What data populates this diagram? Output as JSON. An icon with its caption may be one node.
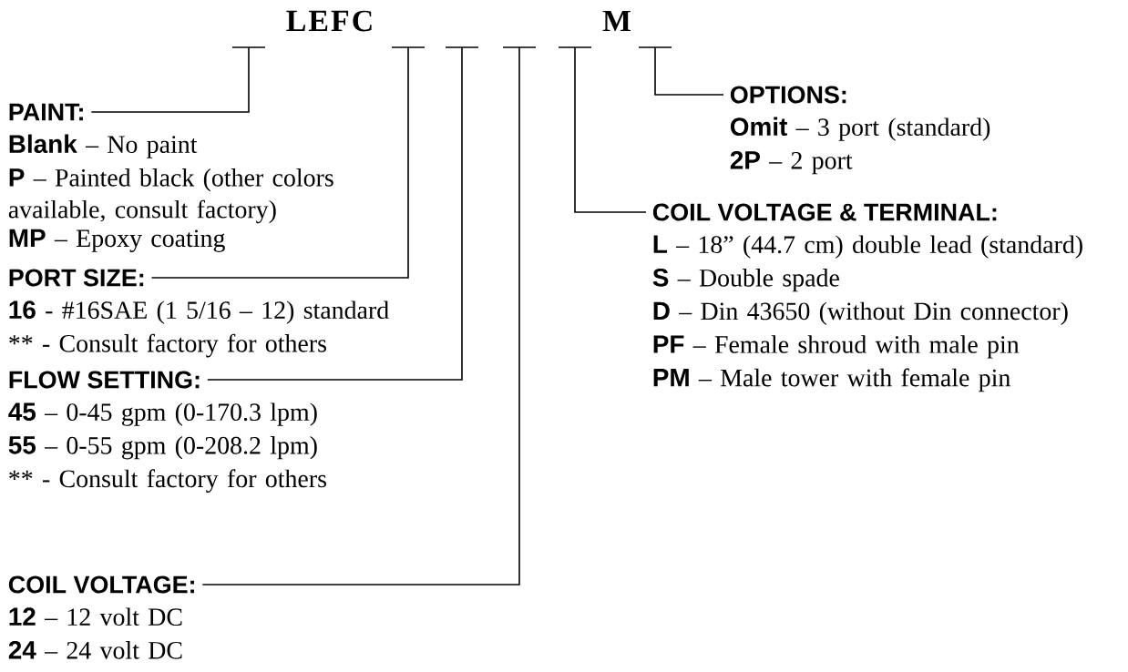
{
  "diagram": {
    "nodes": [
      {
        "text": [],
        "shape": "bar"
      },
      {
        "text": [],
        "shape": "bar"
      },
      {
        "text": [],
        "shape": "bar"
      },
      {
        "text": [],
        "shape": "bar"
      },
      {
        "text": [],
        "shape": "bar"
      },
      {
        "text": [],
        "shape": "bar"
      },
      {
        "text": [
          "OPTIONS:"
        ],
        "beside": [
          "**Omit** – 3 port (standard)",
          "**2P** – 2 port"
        ]
      },
      {
        "text": [
          "PAINT:"
        ],
        "beside": [
          "**Blank** – No paint",
          "**P** – Painted black (other colors available, consult factory)",
          "**MP** – Epoxy coating"
        ]
      },
      {
        "text": [
          "PORT SIZE:"
        ],
        "beside": [
          "**16** - #16SAE (1 5/16 – 12) standard",
          "** - Consult factory for others"
        ]
      },
      {
        "text": [
          "COIL VOLTAGE & TERMINAL:"
        ],
        "beside": [
          "**L** – 18” (44.7 cm) double lead (standard)",
          "**S** – Double spade",
          "**D** – Din 43650 (without Din connector)",
          "**PF** – Female shroud with male pin",
          "**PM** – Male tower with female pin"
        ]
      },
      {
        "text": [
          "FLOW SETTING:"
        ],
        "beside": [
          "**45** – 0-45 gpm (0-170.3 lpm)",
          "**55** – 0-55 gpm (0-208.2 lpm)",
          "** - Consult factory for others"
        ]
      },
      {
        "text": [
          "COIL VOLTAGE:"
        ],
        "beside": [
          "**12** – 12 volt DC",
          "**24** – 24 volt DC"
        ]
      }
    ],
    "edges": [
      {
        "from": 7,
        "to": 0,
        "arrow": "none"
      },
      {
        "from": 8,
        "to": 1,
        "arrow": "none"
      },
      {
        "from": 10,
        "to": 2,
        "arrow": "none"
      },
      {
        "from": 11,
        "to": 3,
        "arrow": "none"
      },
      {
        "from": 9,
        "to": 4,
        "arrow": "none"
      },
      {
        "from": 6,
        "to": 5,
        "arrow": "none"
      }
    ],
    "labels": [
      "LEFC",
      "M"
    ]
  }
}
